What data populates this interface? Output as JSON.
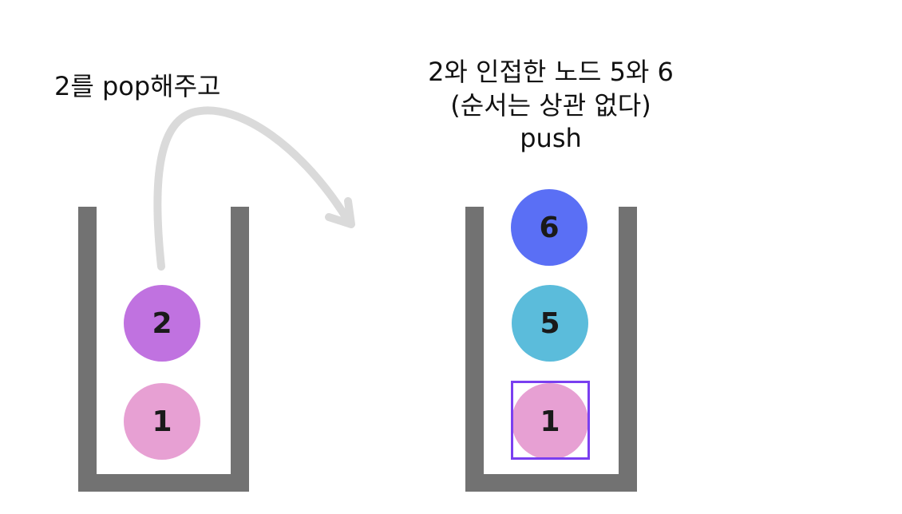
{
  "left": {
    "caption": "2를 pop해주고",
    "stack": [
      {
        "label": "2",
        "color": "#c072e0"
      },
      {
        "label": "1",
        "color": "#e7a0d3"
      }
    ]
  },
  "right": {
    "caption_lines": [
      "2와 인접한 노드 5와 6",
      "(순서는 상관 없다)",
      "push"
    ],
    "stack": [
      {
        "label": "6",
        "color": "#5a6ff5"
      },
      {
        "label": "5",
        "color": "#5bbcdb"
      },
      {
        "label": "1",
        "color": "#e7a0d3"
      }
    ]
  },
  "colors": {
    "stack_wall": "#727272",
    "arrow": "#dadada",
    "highlight": "#7a3ff0"
  }
}
